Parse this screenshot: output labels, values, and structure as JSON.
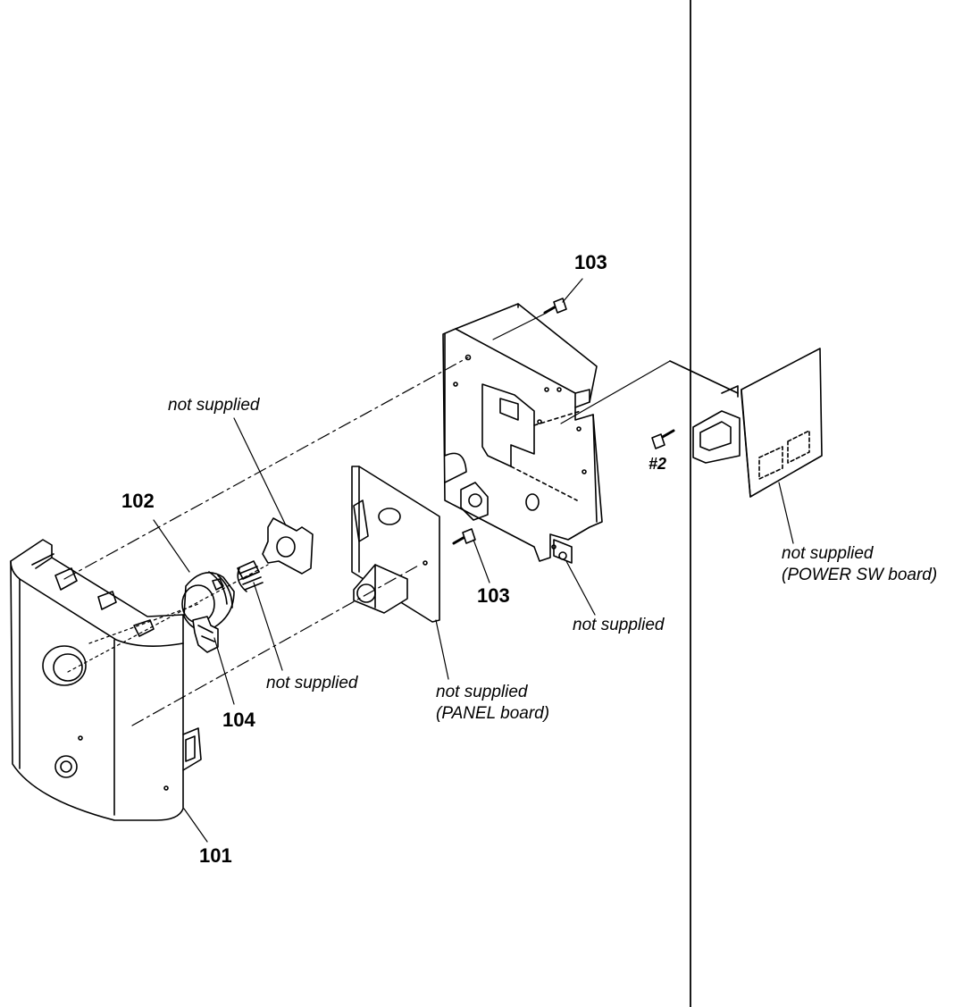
{
  "callouts": {
    "n101": "101",
    "n102": "102",
    "n103_top": "103",
    "n103_mid": "103",
    "n104": "104",
    "ref2": "#2"
  },
  "notes": {
    "ns_gasket": "not supplied",
    "ns_spring": "not supplied",
    "ns_panel_line1": "not supplied",
    "ns_panel_line2": "(PANEL board)",
    "ns_bracket": "not supplied",
    "ns_power_line1": "not supplied",
    "ns_power_line2": "(POWER SW board)"
  },
  "colors": {
    "ink": "#000000",
    "paper": "#ffffff"
  }
}
